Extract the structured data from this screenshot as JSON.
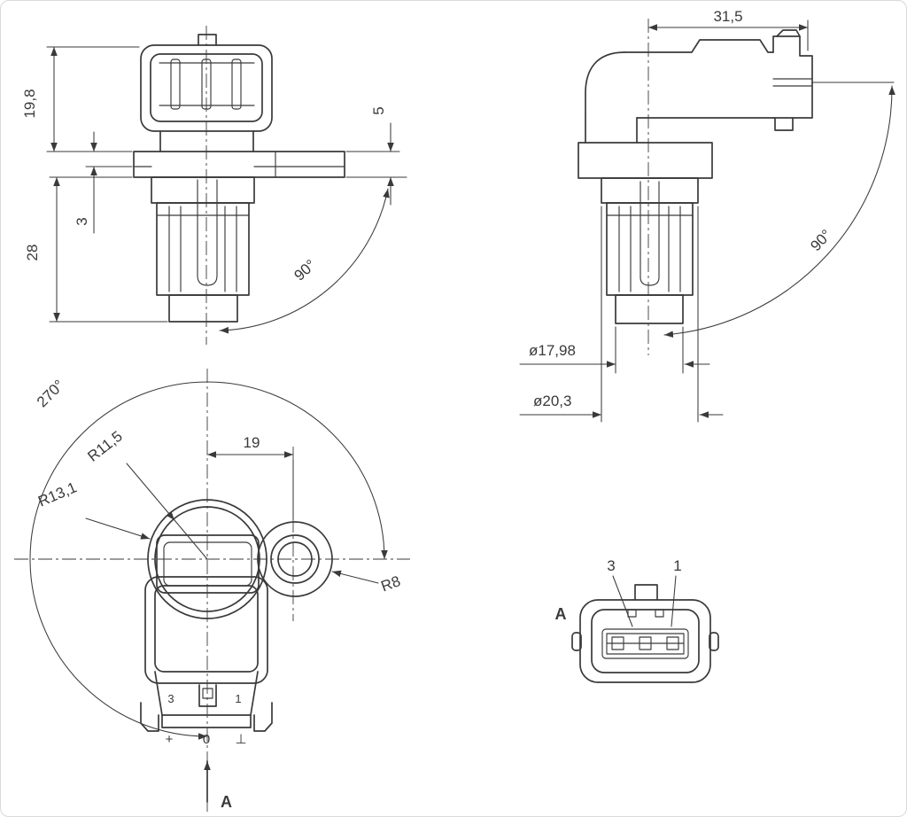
{
  "colors": {
    "line": "#3a3a3a",
    "background": "#ffffff"
  },
  "front_view": {
    "dim_connector_height": "19,8",
    "dim_step": "3",
    "dim_body_length": "28",
    "dim_flange_thickness": "5",
    "dim_angle": "90°"
  },
  "side_view": {
    "dim_connector_width": "31,5",
    "dim_angle": "90°",
    "dim_tip_diameter": "ø17,98",
    "dim_body_diameter": "ø20,3"
  },
  "top_view": {
    "dim_rotation_angle": "270°",
    "dim_ear_offset": "19",
    "dim_radius_inner": "R11,5",
    "dim_radius_outer": "R13,1",
    "dim_radius_ear": "R8",
    "pin_left": "3",
    "pin_right": "1",
    "symbol_plus": "+",
    "symbol_signal": "0",
    "symbol_ground": "⊥",
    "view_arrow_label": "A"
  },
  "connector_view": {
    "pin_left": "3",
    "pin_right": "1",
    "view_label": "A"
  }
}
